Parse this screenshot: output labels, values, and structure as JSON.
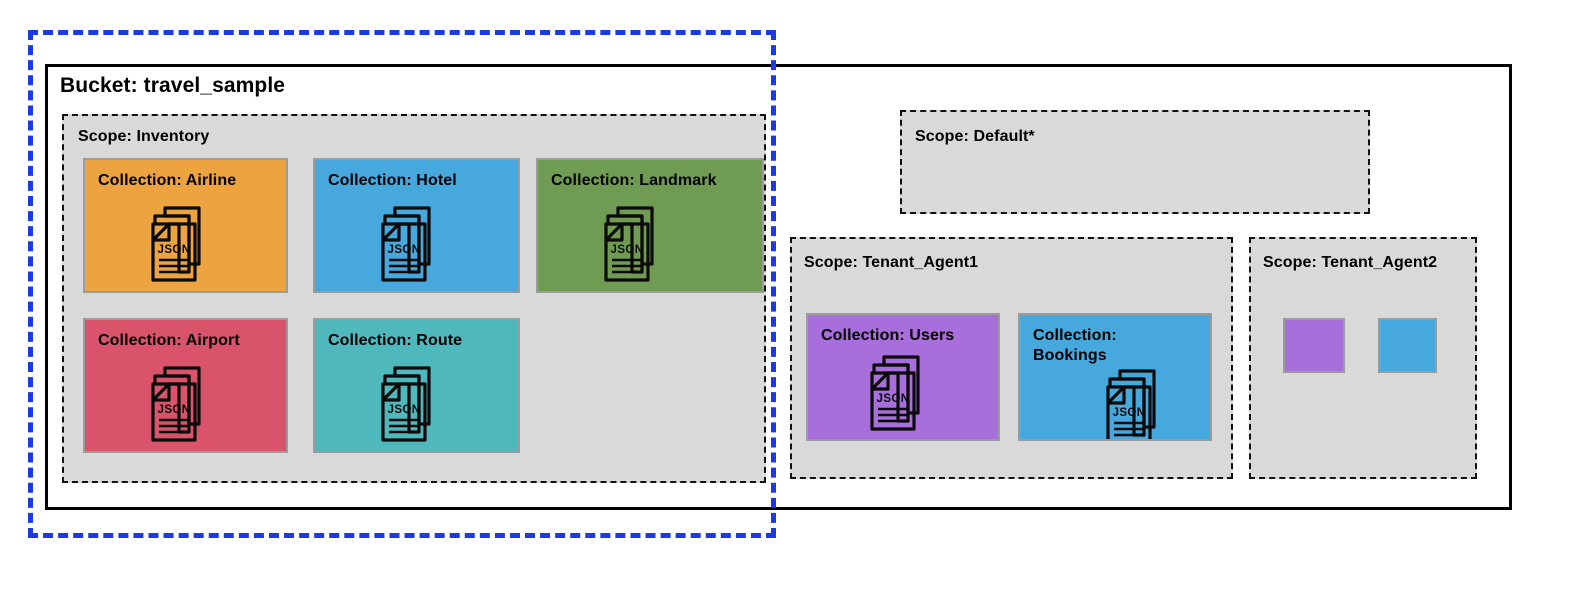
{
  "diagram": {
    "title": "Bucket: travel_sample",
    "bucket_label": "Bucket: travel_sample",
    "boundary_name": "tenant-boundary"
  },
  "colors": {
    "blue_boundary": "#1a3ae8",
    "bucket_border": "#000000",
    "scope_fill": "#d9d9d9",
    "scope_border": "#111111",
    "card_border": "#9b9b9b",
    "orange": "#eda340",
    "blue": "#47a8de",
    "green": "#6f9c52",
    "pink": "#d9536b",
    "teal": "#4fb8bc",
    "purple": "#a86edb"
  },
  "scopes": [
    {
      "id": "inventory",
      "label": "Scope: Inventory",
      "collections": [
        {
          "id": "airline",
          "label": "Collection: Airline",
          "color": "#eda340",
          "icon": "json-documents-icon"
        },
        {
          "id": "hotel",
          "label": "Collection: Hotel",
          "color": "#47a8de",
          "icon": "json-documents-icon"
        },
        {
          "id": "landmark",
          "label": "Collection: Landmark",
          "color": "#6f9c52",
          "icon": "json-documents-icon"
        },
        {
          "id": "airport",
          "label": "Collection: Airport",
          "color": "#d9536b",
          "icon": "json-documents-icon"
        },
        {
          "id": "route",
          "label": "Collection: Route",
          "color": "#4fb8bc",
          "icon": "json-documents-icon"
        }
      ]
    },
    {
      "id": "default",
      "label": "Scope: Default*",
      "collections": []
    },
    {
      "id": "tenant_agent1",
      "label": "Scope: Tenant_Agent1",
      "collections": [
        {
          "id": "users",
          "label": "Collection: Users",
          "color": "#a86edb",
          "icon": "json-documents-icon"
        },
        {
          "id": "bookings",
          "label": "Collection: Bookings",
          "color": "#47a8de",
          "icon": "json-documents-icon"
        }
      ]
    },
    {
      "id": "tenant_agent2",
      "label": "Scope: Tenant_Agent2",
      "collections": [
        {
          "id": "swatch-purple",
          "label": "",
          "color": "#a86edb",
          "icon": ""
        },
        {
          "id": "swatch-blue",
          "label": "",
          "color": "#47a8de",
          "icon": ""
        }
      ]
    }
  ],
  "icon_text": {
    "json": "JSON"
  }
}
